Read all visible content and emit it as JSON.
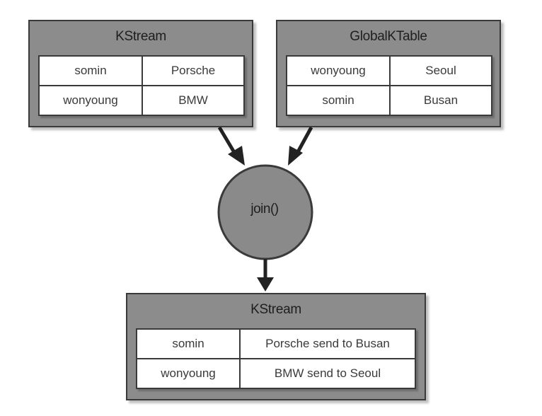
{
  "left_input": {
    "title": "KStream",
    "rows": [
      {
        "key": "somin",
        "value": "Porsche"
      },
      {
        "key": "wonyoung",
        "value": "BMW"
      }
    ]
  },
  "right_input": {
    "title": "GlobalKTable",
    "rows": [
      {
        "key": "wonyoung",
        "value": "Seoul"
      },
      {
        "key": "somin",
        "value": "Busan"
      }
    ]
  },
  "operation": {
    "label": "join()"
  },
  "output": {
    "title": "KStream",
    "rows": [
      {
        "key": "somin",
        "value": "Porsche send to Busan"
      },
      {
        "key": "wonyoung",
        "value": "BMW send to Seoul"
      }
    ]
  },
  "colors": {
    "box_fill": "#8c8c8c",
    "circle_fill": "#8a8a8a",
    "stroke": "#3a3a3a",
    "cell_fill": "#ffffff"
  }
}
